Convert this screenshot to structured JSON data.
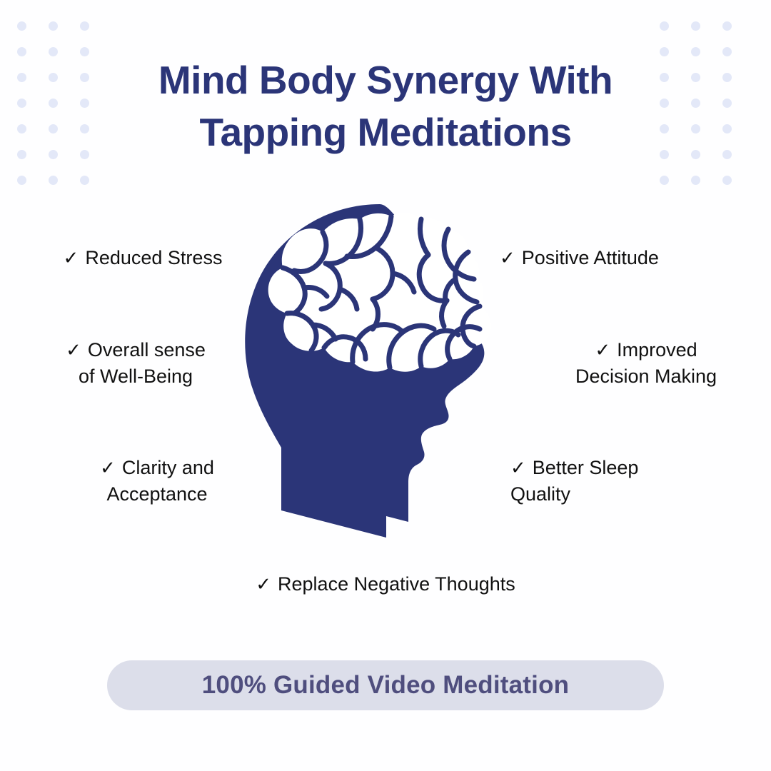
{
  "colors": {
    "navy": "#2b3578",
    "background": "#fefeff",
    "dot": "#e3e8f8",
    "banner_bg": "#dcdeea",
    "banner_text": "#4f4e7e",
    "benefit_text": "#111111",
    "brain_fill": "#ffffff"
  },
  "title": {
    "line1": "Mind Body Synergy With",
    "line2": "Tapping Meditations"
  },
  "illustration": {
    "name": "head-with-brain-silhouette",
    "description": "Navy human head profile facing right containing a white brain"
  },
  "check_symbol": "✓",
  "benefits": {
    "left": [
      {
        "text": "Reduced Stress"
      },
      {
        "text": "Overall sense\nof Well-Being"
      },
      {
        "text": "Clarity and\nAcceptance"
      }
    ],
    "right": [
      {
        "text": "Positive Attitude"
      },
      {
        "text": "Improved\nDecision Making"
      },
      {
        "text": "Better Sleep\nQuality"
      }
    ],
    "bottom": [
      {
        "text": "Replace Negative Thoughts"
      }
    ]
  },
  "banner": {
    "label": "100% Guided Video Meditation"
  },
  "dot_grid": {
    "columns": 3,
    "rows": 7
  }
}
